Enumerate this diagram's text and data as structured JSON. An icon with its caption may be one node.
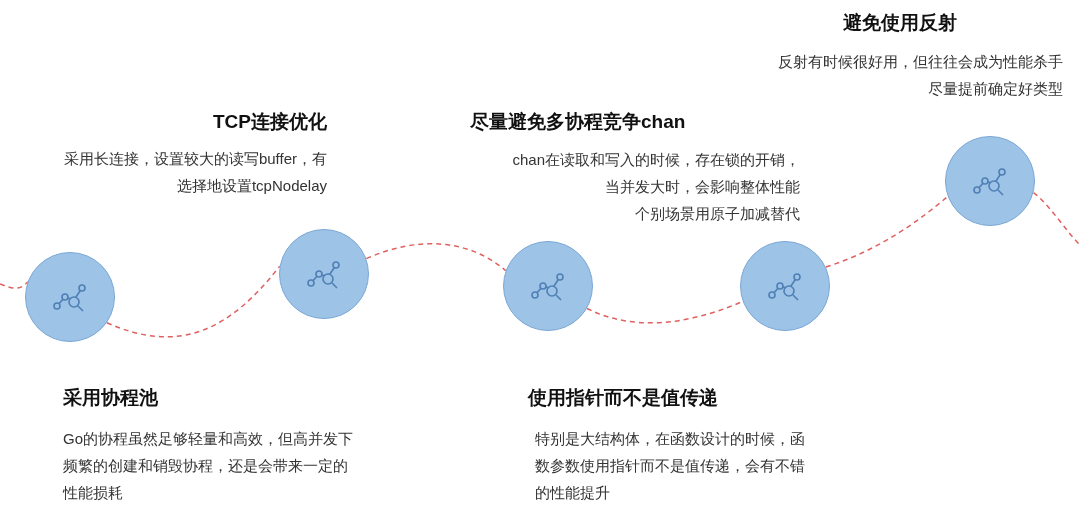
{
  "diagram": {
    "nodes": [
      {
        "text": [],
        "shape": "circle"
      },
      {
        "text": [],
        "shape": "circle"
      },
      {
        "text": [],
        "shape": "circle"
      },
      {
        "text": [],
        "shape": "circle"
      },
      {
        "text": [],
        "shape": "circle"
      }
    ],
    "edges": [
      {
        "from": null,
        "to": 0,
        "arrow": "none",
        "style": "dashed"
      },
      {
        "from": 0,
        "to": 1,
        "arrow": "none",
        "style": "dashed"
      },
      {
        "from": 1,
        "to": 2,
        "arrow": "none",
        "style": "dashed"
      },
      {
        "from": 2,
        "to": 3,
        "arrow": "none",
        "style": "dashed"
      },
      {
        "from": 3,
        "to": 4,
        "arrow": "none",
        "style": "dashed"
      },
      {
        "from": 4,
        "to": null,
        "arrow": "none",
        "style": "dashed"
      }
    ],
    "labels": [
      "避免使用反射",
      "反射有时候很好用，但往往会成为性能杀手",
      "尽量提前确定好类型",
      "TCP连接优化",
      "采用长连接，设置较大的读写buffer，有选择地设置tcpNodelay",
      "尽量避免多协程竞争chan",
      "chan在读取和写入的时候，存在锁的开销，",
      "当并发大时，会影响整体性能",
      "个别场景用原子加减替代",
      "采用协程池",
      "Go的协程虽然足够轻量和高效，但高并发下频繁的创建和销毁协程，还是会带来一定的性能损耗",
      "使用指针而不是值传递",
      "特别是大结构体，在函数设计的时候，函数参数使用指针而不是值传递，会有不错的性能提升"
    ]
  }
}
